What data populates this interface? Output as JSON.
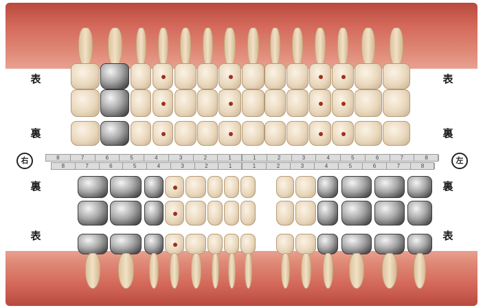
{
  "labels": {
    "upper_front": "表",
    "upper_back": "裏",
    "lower_back": "裏",
    "lower_front": "表",
    "right_marker": "右",
    "left_marker": "左"
  },
  "number_strip": {
    "upper_right": [
      "8",
      "7",
      "6",
      "5",
      "4",
      "3",
      "2",
      "1"
    ],
    "upper_left": [
      "1",
      "2",
      "3",
      "4",
      "5",
      "6",
      "7",
      "8"
    ],
    "lower_right": [
      "8",
      "7",
      "6",
      "5",
      "4",
      "3",
      "2",
      "1"
    ],
    "lower_left": [
      "1",
      "2",
      "3",
      "4",
      "5",
      "6",
      "7",
      "8"
    ]
  },
  "colors": {
    "gum": "#d4695a",
    "natural_tooth": "#ead8bd",
    "metal_crown": "#8c8c8c",
    "decay": "#a0301c"
  },
  "upper_teeth": [
    {
      "id": "UR7",
      "state": "natural",
      "decay": false
    },
    {
      "id": "UR6",
      "state": "metal",
      "decay": false
    },
    {
      "id": "UR5",
      "state": "natural",
      "decay": false
    },
    {
      "id": "UR4",
      "state": "natural",
      "decay": true
    },
    {
      "id": "UR3",
      "state": "natural",
      "decay": false
    },
    {
      "id": "UR2",
      "state": "natural",
      "decay": false
    },
    {
      "id": "UR1",
      "state": "natural",
      "decay": true
    },
    {
      "id": "UL1",
      "state": "natural",
      "decay": false
    },
    {
      "id": "UL2",
      "state": "natural",
      "decay": false
    },
    {
      "id": "UL3",
      "state": "natural",
      "decay": false
    },
    {
      "id": "UL4",
      "state": "natural",
      "decay": true
    },
    {
      "id": "UL5",
      "state": "natural",
      "decay": true
    },
    {
      "id": "UL6",
      "state": "natural",
      "decay": false
    },
    {
      "id": "UL7",
      "state": "natural",
      "decay": false
    }
  ],
  "lower_teeth": [
    {
      "id": "LR7",
      "state": "metal",
      "decay": false
    },
    {
      "id": "LR6",
      "state": "metal",
      "decay": false
    },
    {
      "id": "LR5",
      "state": "metal",
      "decay": false
    },
    {
      "id": "LR4",
      "state": "natural",
      "decay": true
    },
    {
      "id": "LR3",
      "state": "natural",
      "decay": false
    },
    {
      "id": "LR2",
      "state": "natural",
      "decay": false
    },
    {
      "id": "LR1",
      "state": "natural",
      "decay": false
    },
    {
      "id": "LL1",
      "state": "natural",
      "decay": false
    },
    {
      "id": "LL2",
      "state": "natural",
      "decay": false
    },
    {
      "id": "LL3",
      "state": "natural",
      "decay": false
    },
    {
      "id": "LL4",
      "state": "metal",
      "decay": false
    },
    {
      "id": "LL5",
      "state": "metal",
      "decay": false
    },
    {
      "id": "LL6",
      "state": "metal",
      "decay": false
    },
    {
      "id": "LL7",
      "state": "metal",
      "decay": false
    }
  ]
}
